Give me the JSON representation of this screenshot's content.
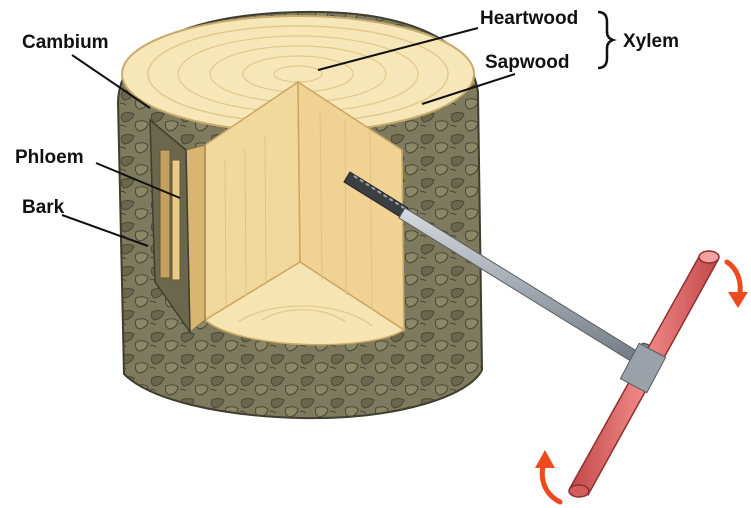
{
  "labels": {
    "heartwood": "Heartwood",
    "sapwood": "Sapwood",
    "xylem": "Xylem",
    "cambium": "Cambium",
    "phloem": "Phloem",
    "bark": "Bark"
  },
  "colors": {
    "bark": "#7d7a5e",
    "bark_dark": "#4a4836",
    "heartwood": "#f4dfa6",
    "sapwood": "#f7e7b8",
    "cut_face": "#efd496",
    "handle": "#e46a6a",
    "shaft": "#9fa6ae",
    "arrow": "#ee4a1f",
    "text": "#111111"
  },
  "icons": {
    "tool": "increment-borer-tool",
    "rotation": "rotation-arrow-icon"
  }
}
